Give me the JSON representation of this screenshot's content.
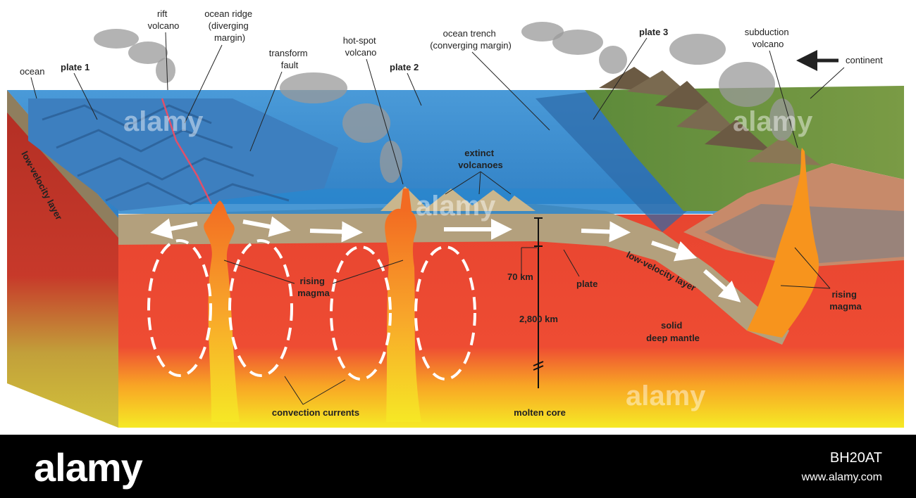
{
  "labels": {
    "rift_volcano": [
      "rift",
      "volcano"
    ],
    "ocean_ridge": [
      "ocean ridge",
      "(diverging",
      "margin)"
    ],
    "transform_fault": [
      "transform",
      "fault"
    ],
    "hot_spot_volcano": [
      "hot-spot",
      "volcano"
    ],
    "ocean_trench": [
      "ocean trench",
      "(converging margin)"
    ],
    "plate3": "plate 3",
    "subduction_volcano": [
      "subduction",
      "volcano"
    ],
    "continent": "continent",
    "ocean": "ocean",
    "plate1": "plate 1",
    "plate2": "plate 2",
    "extinct_volcanoes": [
      "extinct",
      "volcanoes"
    ],
    "low_velocity_layer_left": "low-velocity layer",
    "low_velocity_layer_right": "low-velocity layer",
    "rising_magma_left": [
      "rising",
      "magma"
    ],
    "rising_magma_right": [
      "rising",
      "magma"
    ],
    "depth_70": "70 km",
    "depth_2800": "2,800 km",
    "plate": "plate",
    "solid_deep_mantle": [
      "solid",
      "deep mantle"
    ],
    "convection_currents": "convection currents",
    "molten_core": "molten core"
  },
  "watermark": "alamy",
  "footer": {
    "logo": "alamy",
    "image_code": "BH20AT",
    "url": "www.alamy.com"
  },
  "colors": {
    "ocean": "#3f8fd0",
    "ocean_floor": "#5a9fd6",
    "mantle": "#e8402e",
    "core": "#f5e61e",
    "plate": "#b3a07d",
    "magma": "#f7941d",
    "continent": "#6e8f3c"
  }
}
